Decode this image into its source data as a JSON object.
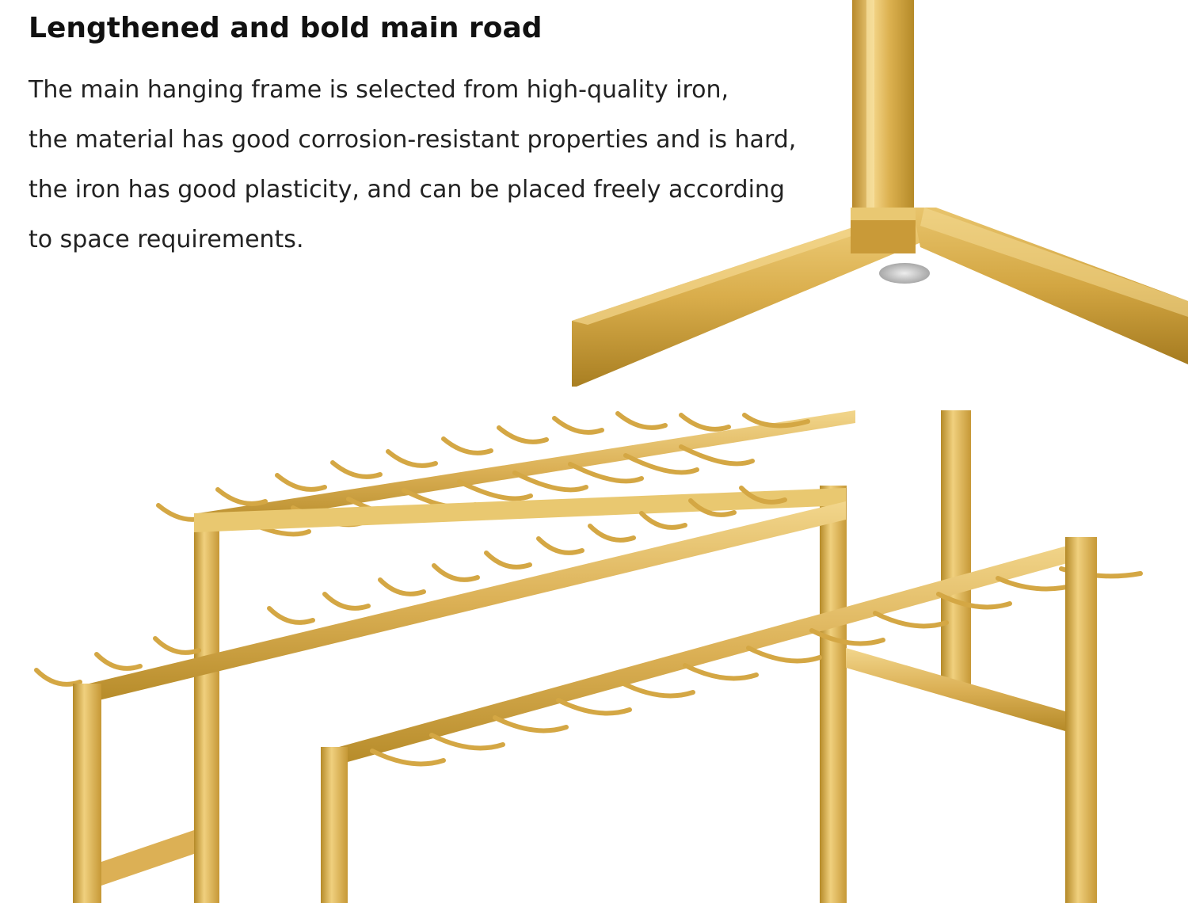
{
  "heading": "Lengthened and bold main road",
  "description_lines": [
    "The main hanging frame is selected from high-quality iron,",
    "the material has good corrosion-resistant properties and is hard,",
    "the iron has good plasticity, and can be placed freely according",
    "to space requirements."
  ],
  "colors": {
    "gold_light": "#eccb78",
    "gold": "#d8ac49",
    "gold_dark": "#b58a28",
    "background": "#ffffff",
    "heading_text": "#111111",
    "body_text": "#222222"
  }
}
